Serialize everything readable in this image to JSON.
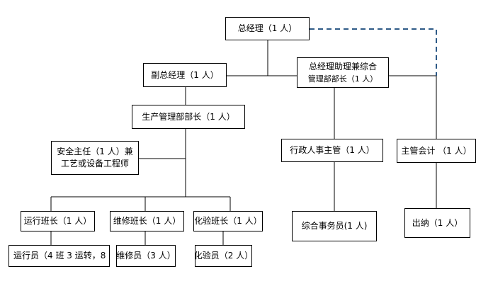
{
  "org_chart": {
    "general_manager": "总经理（1 人）",
    "deputy_gm": "副总经理（1 人）",
    "gm_assistant": {
      "line1": "总经理助理兼综合",
      "line2": "管理部部长（1 人）"
    },
    "production_head": "生产管理部部长（1 人）",
    "safety_director": {
      "line1": "安全主任（1 人）兼",
      "line2": "工艺或设备工程师"
    },
    "admin_hr_supervisor": "行政人事主管（1 人）",
    "chief_accountant": "主管会计 （1 人）",
    "operation_leader": "运行班长（1 人）",
    "maintenance_leader": "维修班长（1 人）",
    "lab_leader": "化验班长（1 人）",
    "general_clerk": "综合事务员(1 人)",
    "cashier": "出纳（1 人）",
    "operator": "运行员（4 班 3 运转，8",
    "maintainer": "维修员（3 人）",
    "lab_tech": "化验员（2 人）",
    "colors": {
      "line": "#000000",
      "dashed_link": "#2e5a87"
    }
  }
}
